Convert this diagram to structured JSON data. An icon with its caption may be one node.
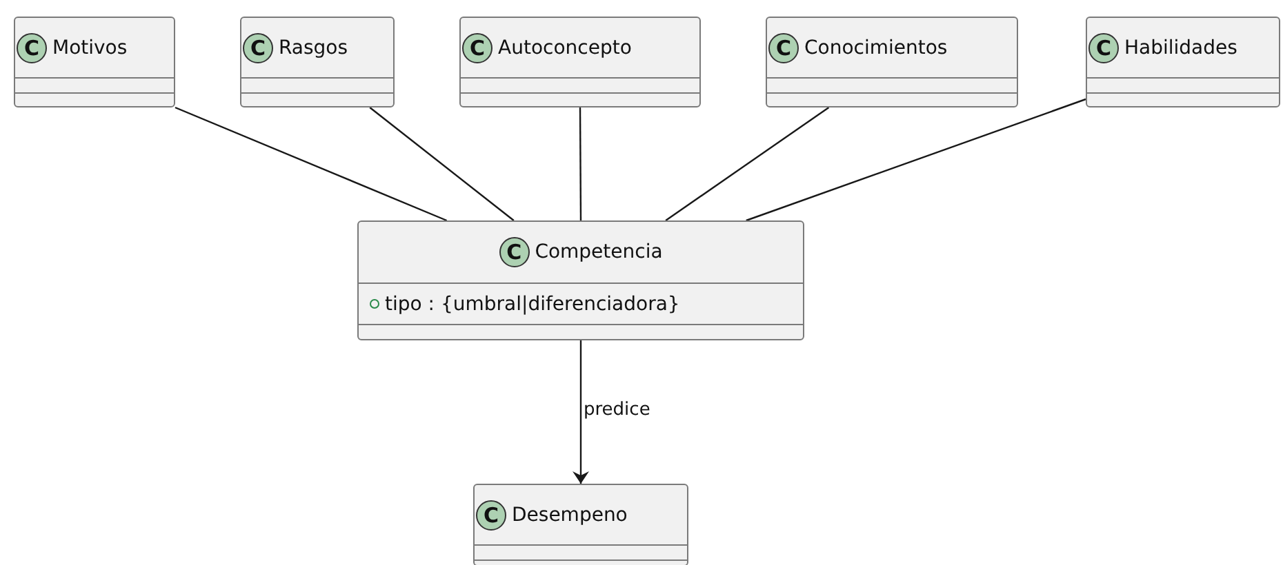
{
  "diagram": {
    "nodes": [
      {
        "text": [
          "C",
          "Motivos"
        ]
      },
      {
        "text": [
          "C",
          "Rasgos"
        ]
      },
      {
        "text": [
          "C",
          "Autoconcepto"
        ]
      },
      {
        "text": [
          "C",
          "Conocimientos"
        ]
      },
      {
        "text": [
          "C",
          "Habilidades"
        ]
      },
      {
        "text": [
          "C",
          "Competencia",
          "tipo : {umbral|diferenciadora}"
        ]
      },
      {
        "text": [
          "C",
          "Desempeno"
        ]
      }
    ],
    "edges": [
      {
        "from": 0,
        "to": 5,
        "arrow": "none"
      },
      {
        "from": 1,
        "to": 5,
        "arrow": "none"
      },
      {
        "from": 2,
        "to": 5,
        "arrow": "none"
      },
      {
        "from": 3,
        "to": 5,
        "arrow": "none"
      },
      {
        "from": 4,
        "to": 5,
        "arrow": "none"
      },
      {
        "from": 5,
        "to": 6,
        "arrow": "to",
        "label": "predice"
      }
    ]
  }
}
